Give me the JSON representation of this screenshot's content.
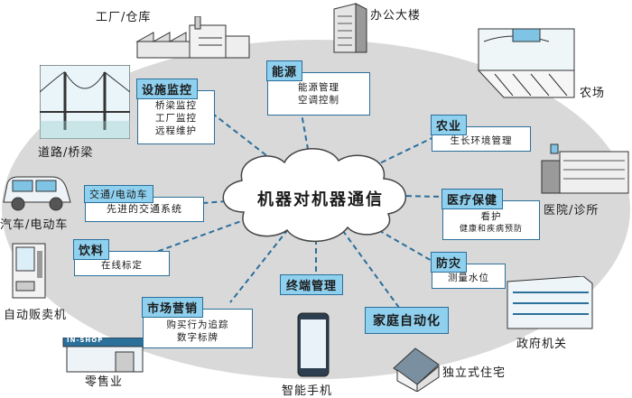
{
  "center": {
    "title": "机器对机器通信"
  },
  "panels": {
    "facility_monitoring": {
      "title": "设施监控",
      "lines": [
        "桥梁监控",
        "工厂监控",
        "远程维护"
      ]
    },
    "energy": {
      "title": "能源",
      "lines": [
        "能源管理",
        "空调控制"
      ]
    },
    "agriculture": {
      "title": "农业",
      "lines": [
        "生长环境管理"
      ]
    },
    "medical": {
      "title": "医疗保健",
      "lines": [
        "看护",
        "健康和疾病预防"
      ]
    },
    "disaster_prevention": {
      "title": "防灾",
      "lines": [
        "测量水位"
      ]
    },
    "home_automation": {
      "title": "家庭自动化",
      "lines": []
    },
    "terminal_management": {
      "title": "终端管理",
      "lines": []
    },
    "marketing": {
      "title": "市场营销",
      "lines": [
        "购买行为追踪",
        "数字标牌"
      ]
    },
    "beverages": {
      "title": "饮料",
      "lines": [
        "在线标定"
      ]
    },
    "transport": {
      "title": "交通/电动车",
      "lines": [
        "先进的交通系统"
      ]
    }
  },
  "labels": {
    "factory": "工厂/仓库",
    "office": "办公大楼",
    "farm": "农场",
    "road_bridge": "道路/桥梁",
    "hospital": "医院/诊所",
    "car": "汽车/电动车",
    "vending": "自动贩卖机",
    "government": "政府机关",
    "house": "独立式住宅",
    "smartphone": "智能手机",
    "retail": "零售业",
    "shop_sign": "IN-SHOP"
  },
  "colors": {
    "cloud_bg": "#d9d9d9",
    "header_fill": "#8fd0ee",
    "border": "#2b6f9b",
    "connector": "#2b6f9b"
  }
}
